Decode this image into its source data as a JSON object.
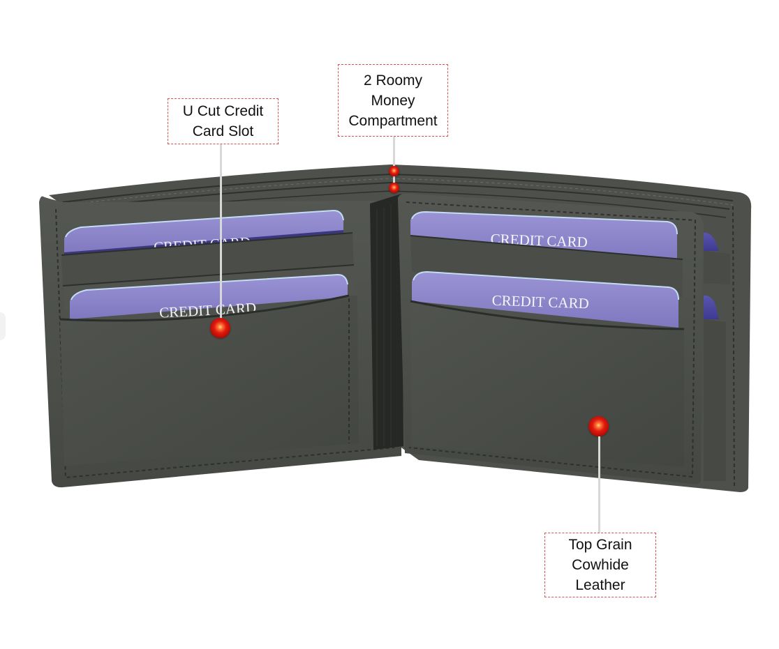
{
  "callouts": [
    {
      "id": "u-cut",
      "lines": [
        "U Cut Credit",
        "Card Slot"
      ]
    },
    {
      "id": "money",
      "lines": [
        "2 Roomy",
        "Money",
        "Compartment"
      ]
    },
    {
      "id": "leather",
      "lines": [
        "Top Grain",
        "Cowhide",
        "Leather"
      ]
    }
  ],
  "cards": {
    "label": "CREDIT CARD",
    "partial_label": "CREDIT CARD"
  },
  "colors": {
    "leather": "#4a4d49",
    "leather_dark": "#2f312e",
    "card": "#8b86c8",
    "card_edge": "#b9d4f0",
    "callout_border": "#d9534f",
    "pin": "#d81a10",
    "leader": "#d8d8d8"
  }
}
